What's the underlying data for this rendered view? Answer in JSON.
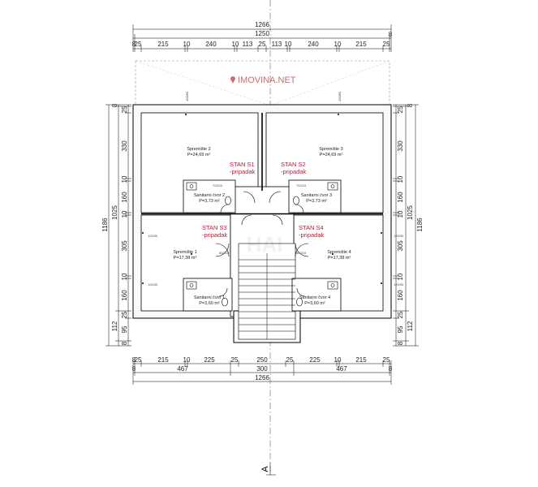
{
  "watermark": {
    "logo_text": "IMOVINA.NET",
    "background_text": "HAI"
  },
  "section_marker": "A",
  "dimensions": {
    "top_total_outer": "1266",
    "top_total_inner": "1250",
    "top_segments": [
      "8",
      "25",
      "215",
      "10",
      "240",
      "10",
      "113",
      "25",
      "113",
      "10",
      "240",
      "10",
      "215",
      "25",
      "8"
    ],
    "bottom_segments": [
      "8",
      "25",
      "215",
      "10",
      "225",
      "25",
      "250",
      "25",
      "225",
      "10",
      "215",
      "25",
      "8"
    ],
    "bottom_groups": [
      "8",
      "467",
      "300",
      "467",
      "8"
    ],
    "bottom_total": "1266",
    "left_outer_total": "1186",
    "left_inner_total": "1025",
    "left_segments": [
      "8",
      "25",
      "330",
      "10",
      "160",
      "10",
      "305",
      "10",
      "160",
      "25",
      "95",
      "8"
    ],
    "left_extra": "112",
    "right_outer_total": "1186",
    "right_inner_total": "1025",
    "right_segments": [
      "8",
      "25",
      "330",
      "10",
      "160",
      "10",
      "305",
      "10",
      "160",
      "25",
      "95",
      "8"
    ],
    "right_extra": "112"
  },
  "rooms": [
    {
      "name": "Spremište 2",
      "area": "P=24,69 m²"
    },
    {
      "name": "Spremište 3",
      "area": "P=24,69 m²"
    },
    {
      "name": "Sanitarni čvor 2",
      "area": "P=3,73 m²"
    },
    {
      "name": "Sanitarni čvor 3",
      "area": "P=3,73 m²"
    },
    {
      "name": "Spremište 1",
      "area": "P=17,38 m²"
    },
    {
      "name": "Spremište 4",
      "area": "P=17,38 m²"
    },
    {
      "name": "Sanitarni čvor 1",
      "area": "P=3,60 m²"
    },
    {
      "name": "Sanitarni čvor 4",
      "area": "P=3,60 m²"
    }
  ],
  "units": [
    {
      "name": "STAN S1",
      "note": "-pripadak"
    },
    {
      "name": "STAN S2",
      "note": "-pripadak"
    },
    {
      "name": "STAN S3",
      "note": "-pripadak"
    },
    {
      "name": "STAN S4",
      "note": "-pripadak"
    }
  ],
  "window_tags": {
    "top_left": "100/60",
    "top_right": "100/60",
    "side_a": "120/30",
    "side_b": "120/30"
  },
  "door_tags": {
    "d1": "80/210",
    "d2": "80/210",
    "d3": "70/210",
    "d4": "70/210"
  }
}
